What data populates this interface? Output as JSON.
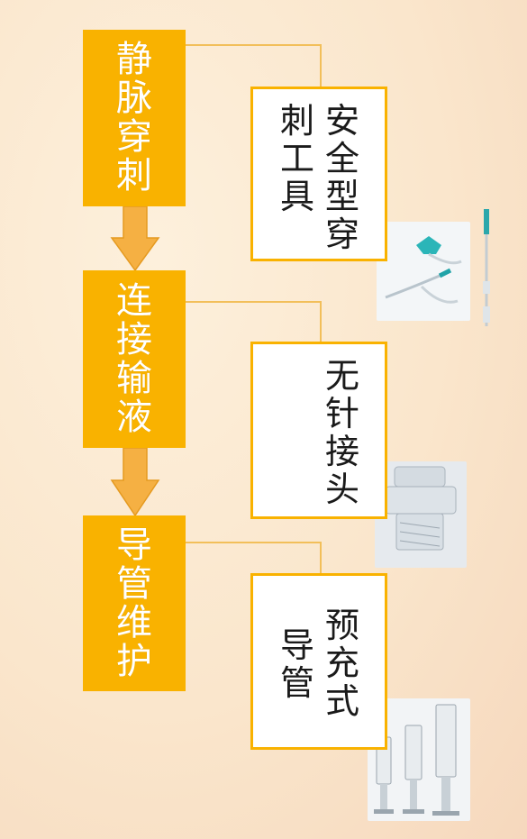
{
  "steps": [
    {
      "label": "静脉穿刺"
    },
    {
      "label": "连接输液"
    },
    {
      "label": "导管维护"
    }
  ],
  "products": [
    {
      "col1": "安全型穿",
      "col2": "刺工具"
    },
    {
      "col1": "无针接头",
      "col2": ""
    },
    {
      "col1": "预充式",
      "col2": "导管"
    }
  ],
  "colors": {
    "accent": "#f9b200",
    "connector": "#f2bf5a",
    "arrow": "#f5b043"
  }
}
